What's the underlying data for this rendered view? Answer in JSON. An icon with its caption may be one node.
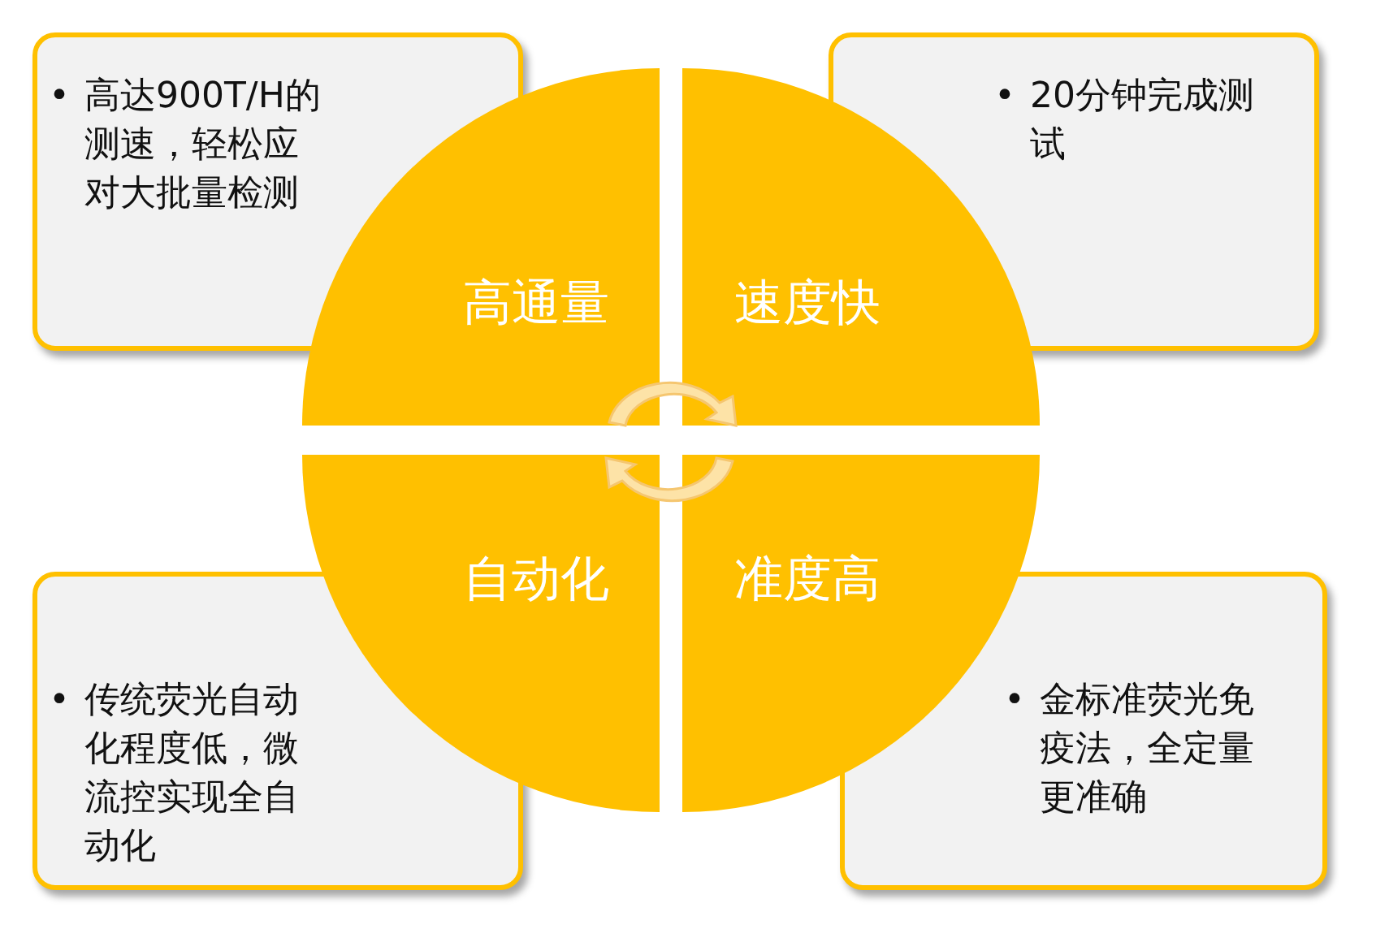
{
  "diagram": {
    "nodes": [
      {
        "text": [
          "•",
          "高达900T/H的测速，轻松应对大批量检测"
        ]
      },
      {
        "text": [
          "•",
          "20分钟完成测试"
        ]
      },
      {
        "text": [
          "高通量"
        ]
      },
      {
        "text": [
          "速度快"
        ]
      },
      {
        "text": [
          "自动化"
        ]
      },
      {
        "text": [
          "准度高"
        ]
      },
      {
        "text": [
          "•",
          "传统荧光自动化程度低，微流控实现全自动化"
        ]
      },
      {
        "text": [
          "•",
          "金标准荧光免疫法，全定量更准确"
        ]
      }
    ]
  }
}
